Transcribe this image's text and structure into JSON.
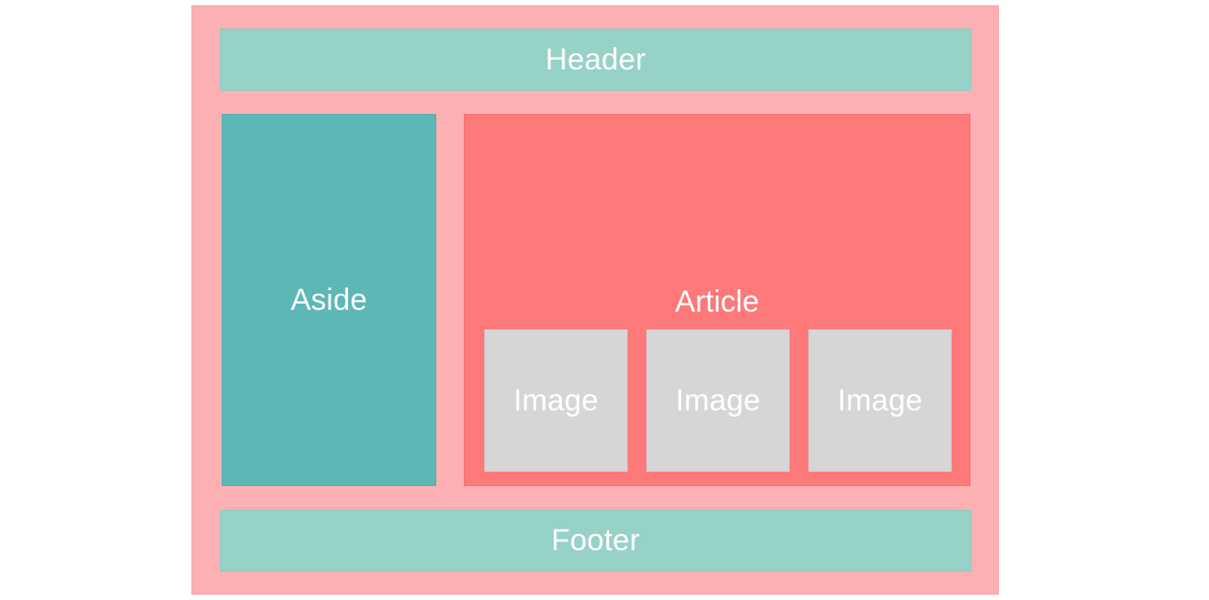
{
  "layout": {
    "header": {
      "label": "Header"
    },
    "aside": {
      "label": "Aside"
    },
    "article": {
      "label": "Article",
      "images": [
        {
          "label": "Image"
        },
        {
          "label": "Image"
        },
        {
          "label": "Image"
        }
      ]
    },
    "footer": {
      "label": "Footer"
    }
  },
  "colors": {
    "frame": "#fdb0b4",
    "header_footer": "#97d2c7",
    "aside": "#5eb7b7",
    "article": "#fe7979",
    "image": "#d6d6d6",
    "text": "#ffffff"
  }
}
